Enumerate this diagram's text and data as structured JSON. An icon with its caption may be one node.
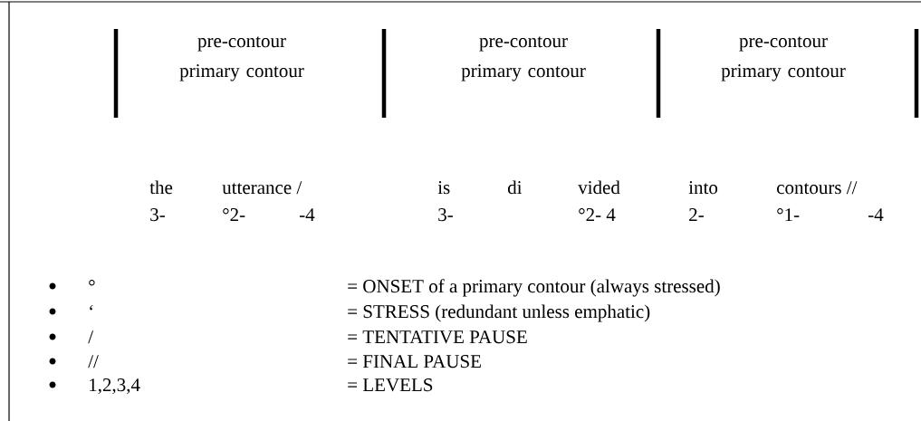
{
  "diagram": {
    "labels": [
      "pre-contour primary contour",
      "pre-contour primary contour",
      "pre-contour primary contour",
      "the",
      "utterance /",
      "is",
      "di",
      "vided",
      "into",
      "contours //",
      "3-",
      "°2-",
      "-4",
      "3-",
      "°2- 4",
      "2-",
      "°1-",
      "-4",
      "°",
      "= ONSET of a primary contour (always stressed)",
      "‘",
      "= STRESS (redundant unless emphatic)",
      "/",
      "= TENTATIVE PAUSE",
      "//",
      "= FINAL PAUSE",
      "1,2,3,4",
      "= LEVELS"
    ]
  }
}
